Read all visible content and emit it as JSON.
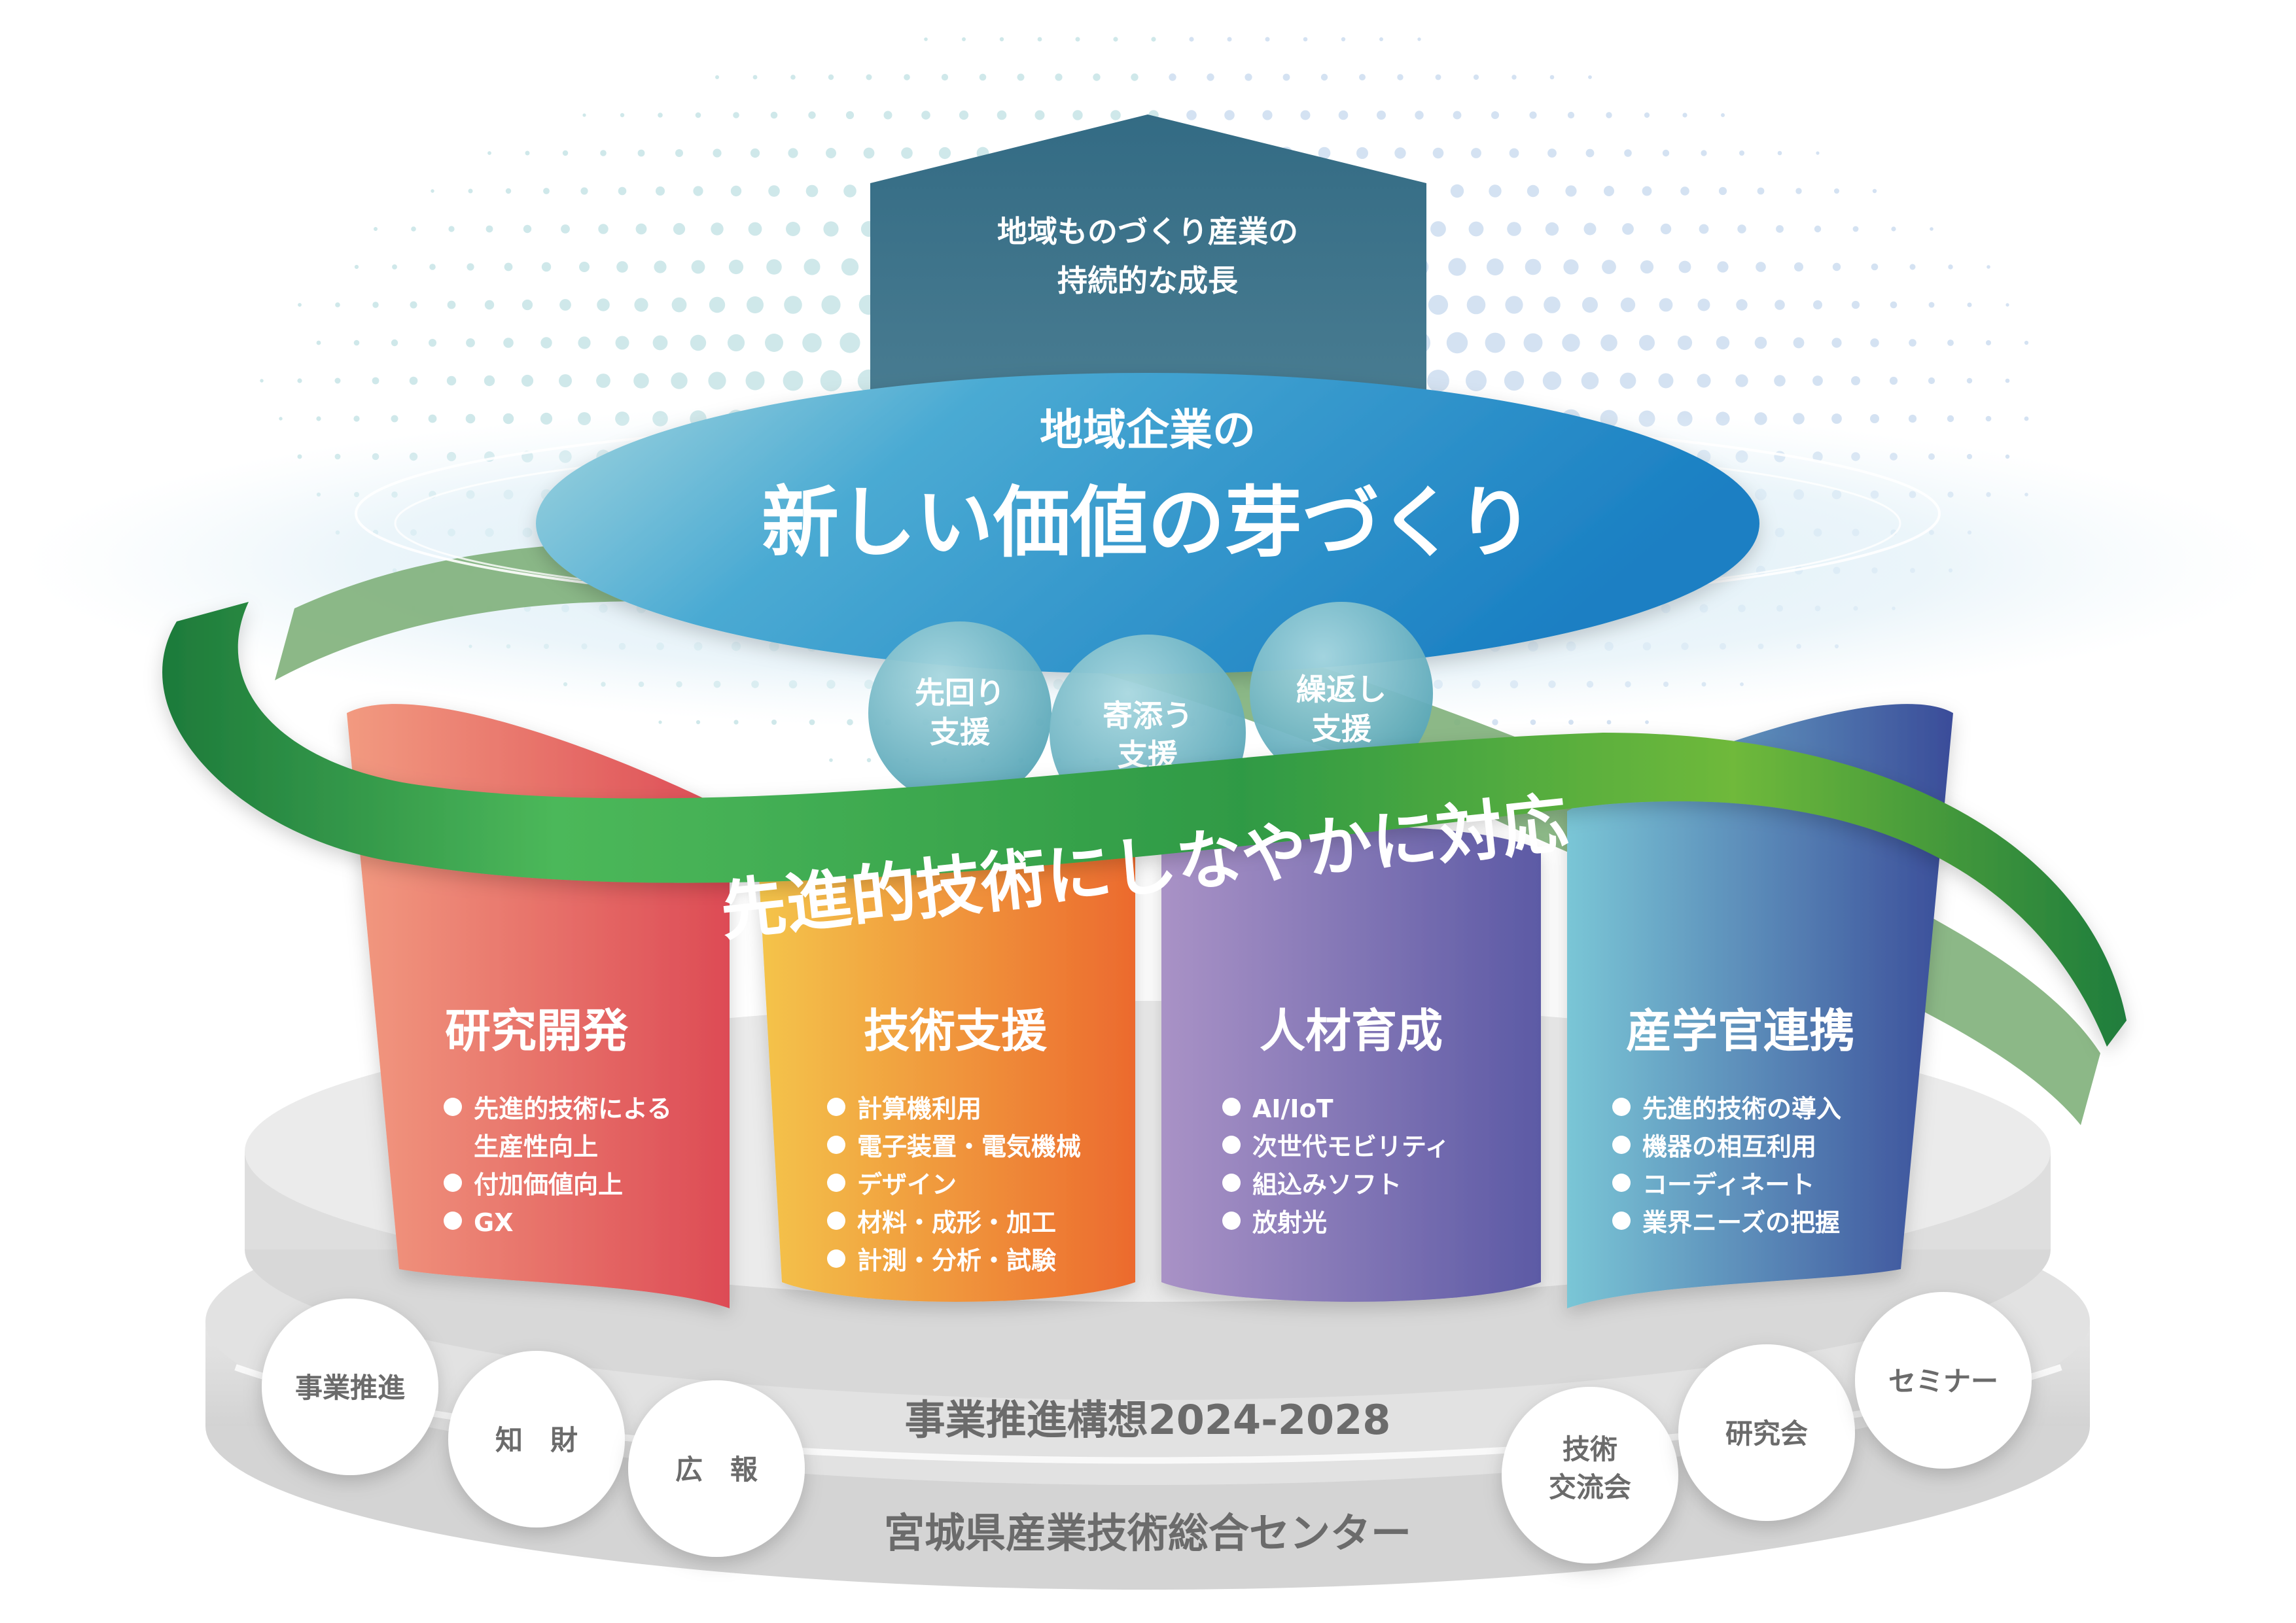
{
  "goal": {
    "line1": "地域ものづくり産業の",
    "line2": "持続的な成長"
  },
  "core": {
    "sub": "地域企業の",
    "main": "新しい価値の芽づくり"
  },
  "support_circles": [
    {
      "line1": "先回り",
      "line2": "支援"
    },
    {
      "line1": "寄添う",
      "line2": "支援"
    },
    {
      "line1": "繰返し",
      "line2": "支援"
    }
  ],
  "band": {
    "text": "先進的技術にしなやかに対応"
  },
  "pillars": [
    {
      "title": "研究開発",
      "items": [
        "先進的技術による",
        "生産性向上",
        "付加価値向上",
        "GX"
      ],
      "bullets": [
        true,
        false,
        true,
        true
      ]
    },
    {
      "title": "技術支援",
      "items": [
        "計算機利用",
        "電子装置・電気機械",
        "デザイン",
        "材料・成形・加工",
        "計測・分析・試験"
      ],
      "bullets": [
        true,
        true,
        true,
        true,
        true
      ]
    },
    {
      "title": "人材育成",
      "items": [
        "AI/IoT",
        "次世代モビリティ",
        "組込みソフト",
        "放射光"
      ],
      "bullets": [
        true,
        true,
        true,
        true
      ]
    },
    {
      "title": "産学官連携",
      "items": [
        "先進的技術の導入",
        "機器の相互利用",
        "コーディネート",
        "業界ニーズの把握"
      ],
      "bullets": [
        true,
        true,
        true,
        true
      ]
    }
  ],
  "base": {
    "plan": "事業推進構想2024-2028",
    "org": "宮城県産業技術総合センター"
  },
  "base_circles": [
    {
      "line1": "事業推進",
      "line2": ""
    },
    {
      "line1": "知　財",
      "line2": ""
    },
    {
      "line1": "広　報",
      "line2": ""
    },
    {
      "line1": "技術",
      "line2": "交流会"
    },
    {
      "line1": "研究会",
      "line2": ""
    },
    {
      "line1": "セミナー",
      "line2": ""
    }
  ],
  "colors": {
    "goal": "#3e6b82",
    "core_light": "#9fd3de",
    "core_dark": "#1e8ac8",
    "band": "#2e9a44",
    "band_back": "#7fb27a",
    "pillar_research": [
      "#f0957c",
      "#de4f55"
    ],
    "pillar_tech": [
      "#f4c44a",
      "#ec6d2e"
    ],
    "pillar_hr": [
      "#a78ec3",
      "#5e5aa6"
    ],
    "pillar_collab": [
      "#78c3d5",
      "#3b4f9b"
    ],
    "base": "#dddddd"
  }
}
